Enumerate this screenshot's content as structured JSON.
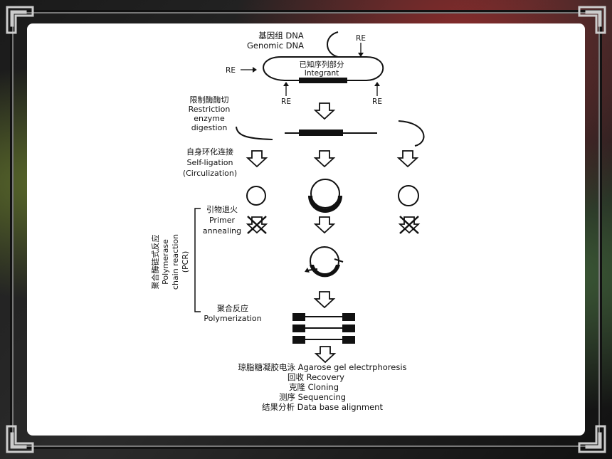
{
  "labels": {
    "genomic_cn": "基因组 DNA",
    "genomic_en": "Genomic DNA",
    "known_cn": "已知序列部分",
    "known_en": "Integrant",
    "re": "RE",
    "digest_cn": "限制酶酶切",
    "digest_en1": "Restriction",
    "digest_en2": "enzyme",
    "digest_en3": "digestion",
    "self_cn": "自身环化连接",
    "self_en1": "Self-ligation",
    "self_en2": "(Circulization)",
    "primer_cn": "引物退火",
    "primer_en1": "Primer",
    "primer_en2": "annealing",
    "pcr_cn": "聚合酶链式反应",
    "pcr_en1": "Polymerase",
    "pcr_en2": "chain reaction",
    "pcr_en3": "(PCR)",
    "poly_cn": "聚合反应",
    "poly_en": "Polymerization",
    "final": [
      "琼脂糖凝胶电泳 Agarose gel electrphoresis",
      "回收 Recovery",
      "克隆 Cloning",
      "测序 Sequencing",
      "结果分析 Data base alignment"
    ]
  }
}
